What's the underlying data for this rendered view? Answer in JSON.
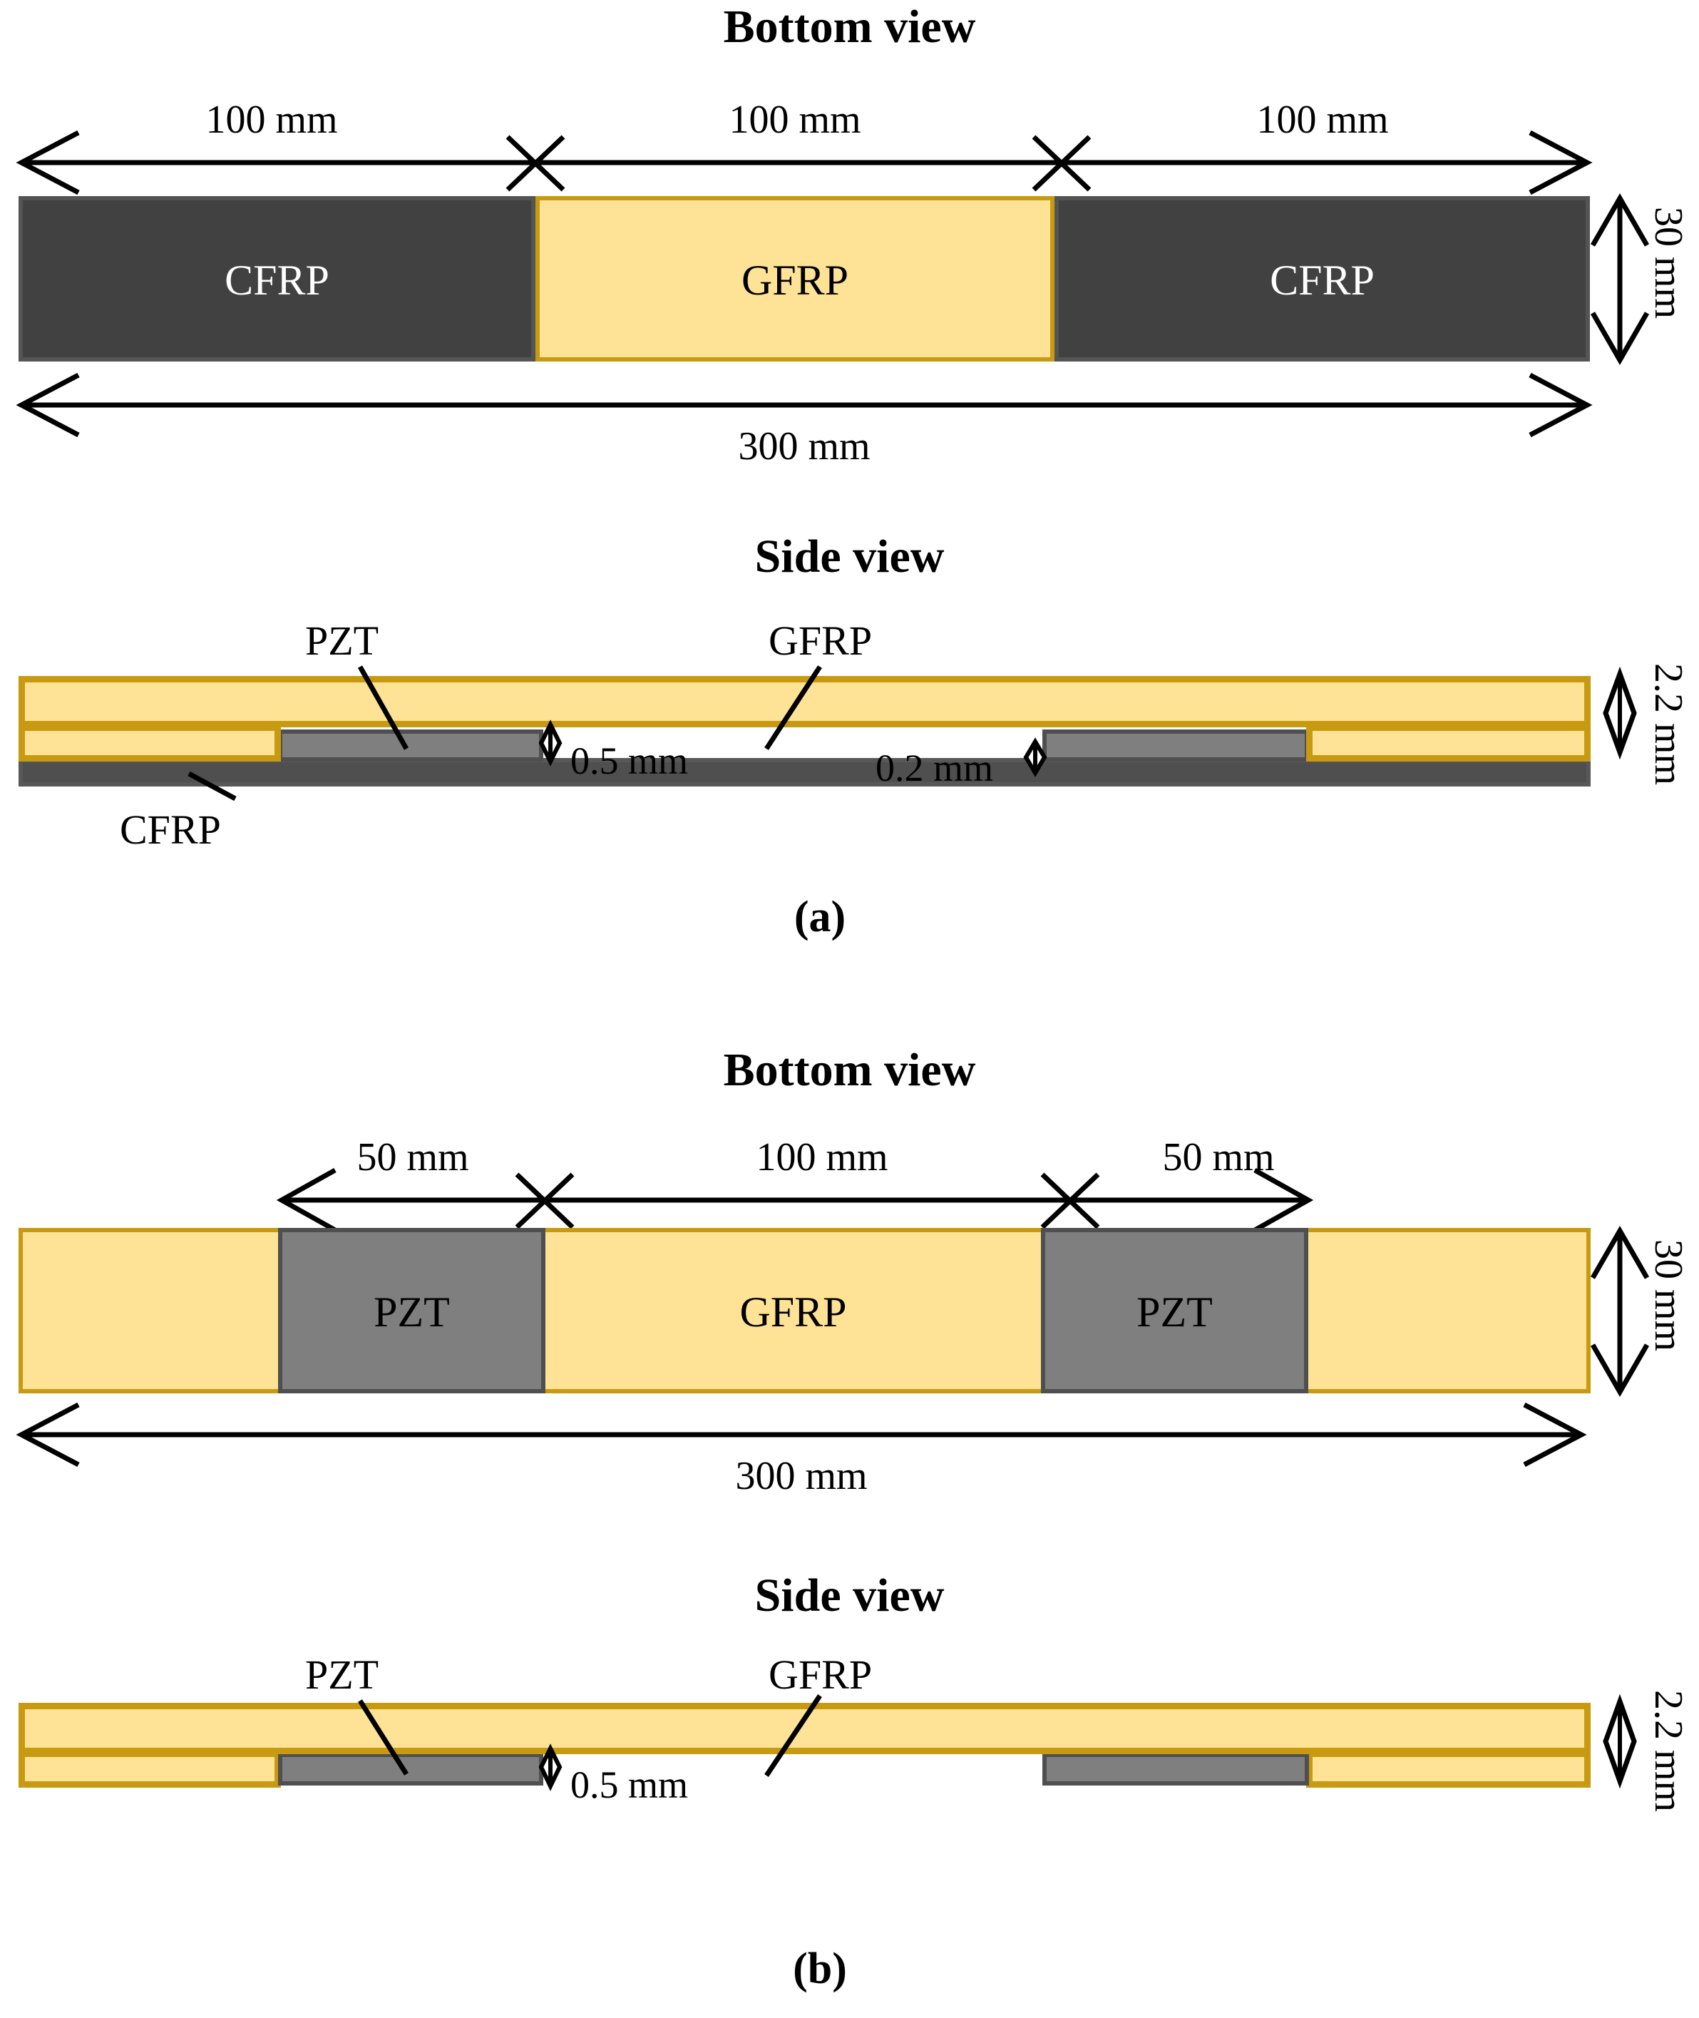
{
  "figure": {
    "caption_a": "(a)",
    "caption_b": "(b)"
  },
  "panel_a": {
    "bottom_view": {
      "title": "Bottom view",
      "segments": [
        {
          "label": "100 mm",
          "material": "CFRP"
        },
        {
          "label": "100 mm",
          "material": "GFRP"
        },
        {
          "label": "100 mm",
          "material": "CFRP"
        }
      ],
      "total_length": "300 mm",
      "width_label": "30 mm",
      "block_labels": [
        "CFRP",
        "GFRP",
        "CFRP"
      ]
    },
    "side_view": {
      "title": "Side view",
      "callouts": [
        "PZT",
        "GFRP",
        "CFRP"
      ],
      "thickness_labels": [
        "0.5 mm",
        "0.2 mm"
      ],
      "total_thickness": "2.2 mm"
    }
  },
  "panel_b": {
    "bottom_view": {
      "title": "Bottom view",
      "segments": [
        {
          "label": "50 mm",
          "material": "PZT"
        },
        {
          "label": "100 mm",
          "material": "GFRP"
        },
        {
          "label": "50 mm",
          "material": "PZT"
        }
      ],
      "total_length": "300 mm",
      "width_label": "30 mm",
      "block_labels": [
        "PZT",
        "GFRP",
        "PZT"
      ]
    },
    "side_view": {
      "title": "Side view",
      "callouts": [
        "PZT",
        "GFRP"
      ],
      "thickness_labels": [
        "0.5 mm"
      ],
      "total_thickness": "2.2 mm"
    }
  },
  "colors": {
    "cfrp_fill": "#414141",
    "cfrp_border": "#545454",
    "gfrp_fill": "#fee396",
    "gfrp_border": "#c89a11",
    "pzt_fill": "#7f7f7f",
    "pzt_border": "#4f4f4f",
    "line": "#000000"
  }
}
